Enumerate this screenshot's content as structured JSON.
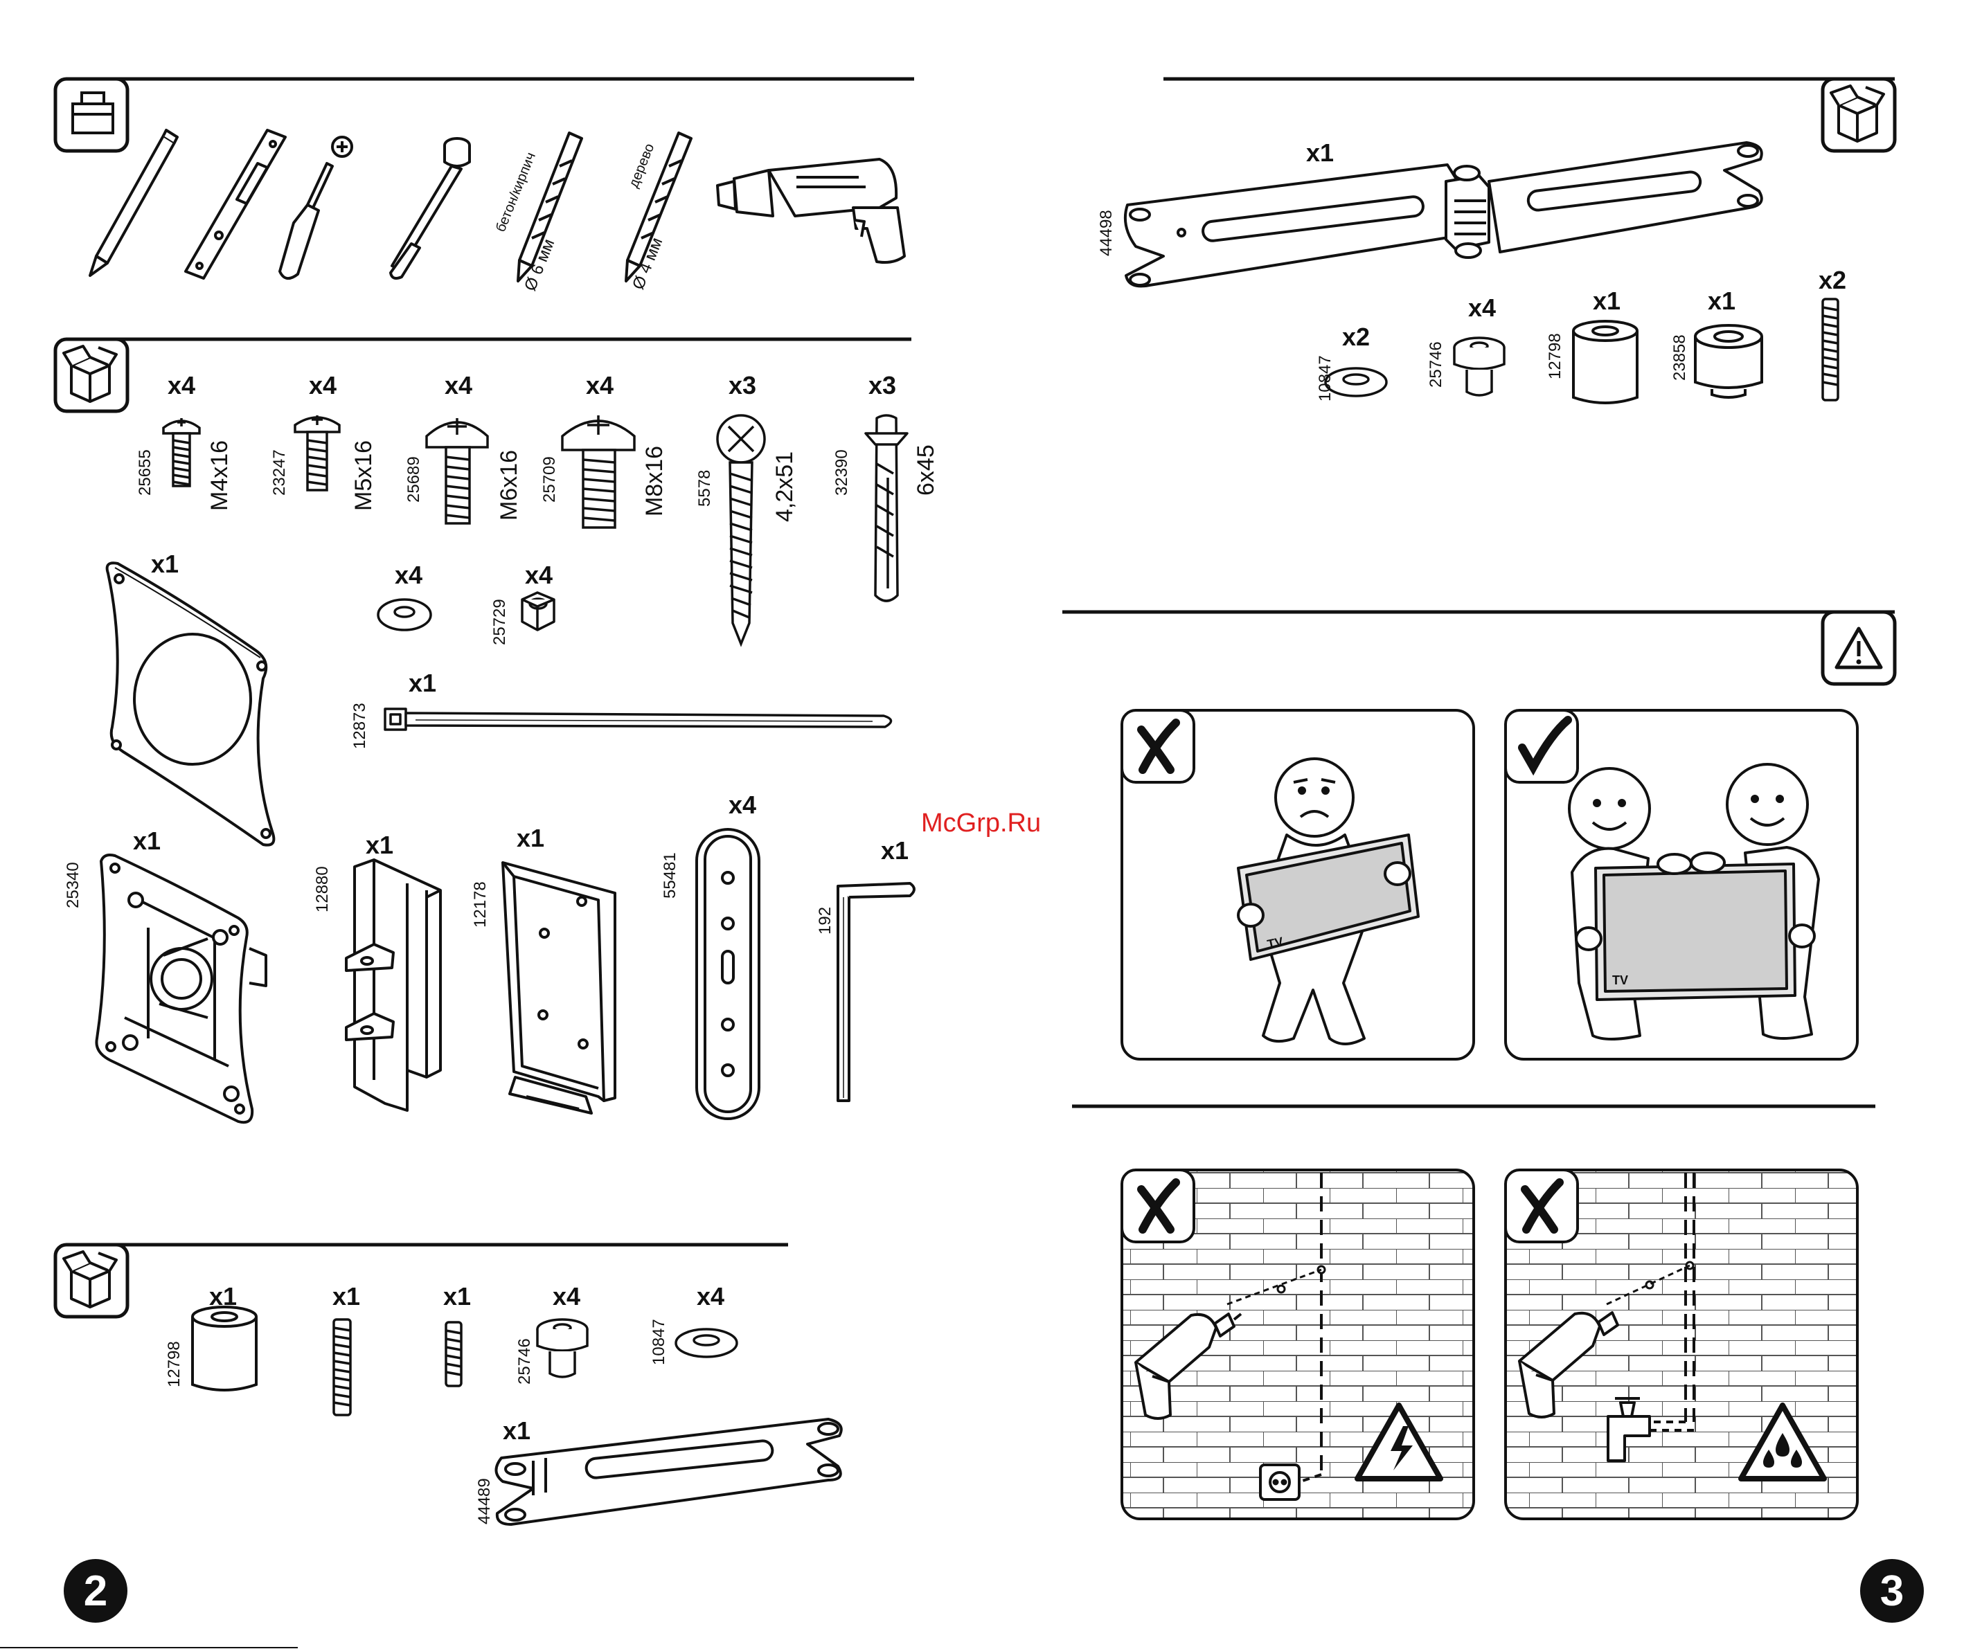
{
  "watermark": "McGrp.Ru",
  "page_numbers": {
    "left": "2",
    "right": "3"
  },
  "tools": {
    "drill_bit_masonry": {
      "label": "бетон/кирпич",
      "diameter": "Ø 6 мм"
    },
    "drill_bit_wood": {
      "label": "дерево",
      "diameter": "Ø 4 мм"
    }
  },
  "parts_main": [
    {
      "qty": "x4",
      "code": "25655",
      "size": "M4x16"
    },
    {
      "qty": "x4",
      "code": "23247",
      "size": "M5x16"
    },
    {
      "qty": "x4",
      "code": "25689",
      "size": "M6x16"
    },
    {
      "qty": "x4",
      "code": "25709",
      "size": "M8x16"
    },
    {
      "qty": "x3",
      "code": "5578",
      "size": "4,2x51"
    },
    {
      "qty": "x3",
      "code": "32390",
      "size": "6x45"
    }
  ],
  "parts_mid": {
    "plate_qty": "x1",
    "washer_qty": "x4",
    "nut_qty": "x4",
    "nut_code": "25729",
    "tie_qty": "x1",
    "tie_code": "12873",
    "bracket_qty": "x1",
    "bracket_code": "25340",
    "rail_qty": "x1",
    "rail_code": "12880",
    "holder_qty": "x1",
    "holder_code": "12178",
    "strip_qty": "x4",
    "strip_code": "55481",
    "hexkey_qty": "x1",
    "hexkey_code": "192"
  },
  "parts_bottom": [
    {
      "qty": "x1",
      "code": "12798"
    },
    {
      "qty": "x1",
      "code": ""
    },
    {
      "qty": "x1",
      "code": ""
    },
    {
      "qty": "x4",
      "code": "25746"
    },
    {
      "qty": "x4",
      "code": "10847"
    }
  ],
  "arm_single": {
    "qty": "x1",
    "code": "44489"
  },
  "arm_double": {
    "qty": "x1",
    "code": "44498"
  },
  "parts_right": [
    {
      "qty": "x2",
      "code": "10847"
    },
    {
      "qty": "x4",
      "code": "25746"
    },
    {
      "qty": "x1",
      "code": "12798"
    },
    {
      "qty": "x1",
      "code": "23858"
    },
    {
      "qty": "x2",
      "code": ""
    }
  ],
  "panels": {
    "wrong_mark": "✗",
    "right_mark": "✓",
    "tv_label": "TV"
  }
}
